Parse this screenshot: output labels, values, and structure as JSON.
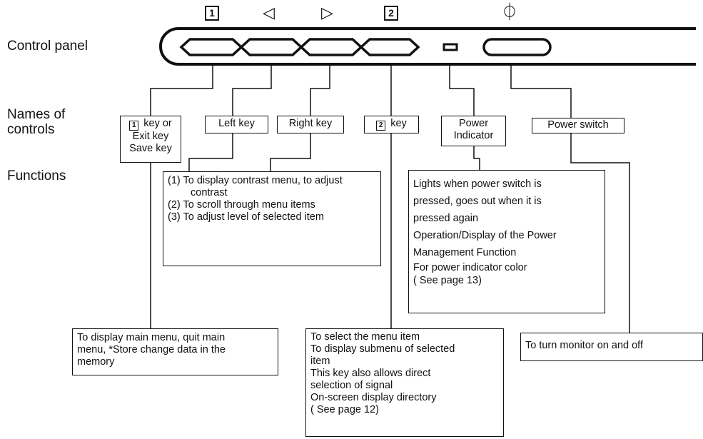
{
  "row_labels": {
    "control_panel": "Control panel",
    "names_of_controls": [
      "Names of",
      "controls"
    ],
    "functions": "Functions"
  },
  "panel_symbols": {
    "key1": "1",
    "left": "◁",
    "right": "▷",
    "key2": "2",
    "power": "⏀"
  },
  "names": {
    "key1_sym": "1",
    "key1": [
      " key or",
      "Exit key",
      "Save key"
    ],
    "left": "Left key",
    "right": "Right key",
    "key2_sym": "2",
    "key2": " key",
    "power_indicator": [
      "Power",
      "Indicator"
    ],
    "power_switch": "Power switch"
  },
  "functions": {
    "left_right": [
      "(1)  To display contrast menu, to adjust contrast",
      "(2)  To scroll through menu items",
      "(3)  To adjust level of selected item"
    ],
    "power_indicator": [
      "Lights when power switch is",
      "pressed, goes out when it is",
      "pressed again",
      "Operation/Display of the Power",
      "Management Function",
      "For power indicator color",
      " ( See page 13)"
    ],
    "key1": [
      "To display main menu, quit main",
      "menu, *Store change data in the",
      "memory"
    ],
    "key2": [
      "To select the menu item",
      "To display submenu of selected",
      "item",
      "This key also allows direct",
      "selection of signal",
      "On-screen display directory",
      " ( See page 12)"
    ],
    "power_switch": "To turn monitor on and off"
  }
}
